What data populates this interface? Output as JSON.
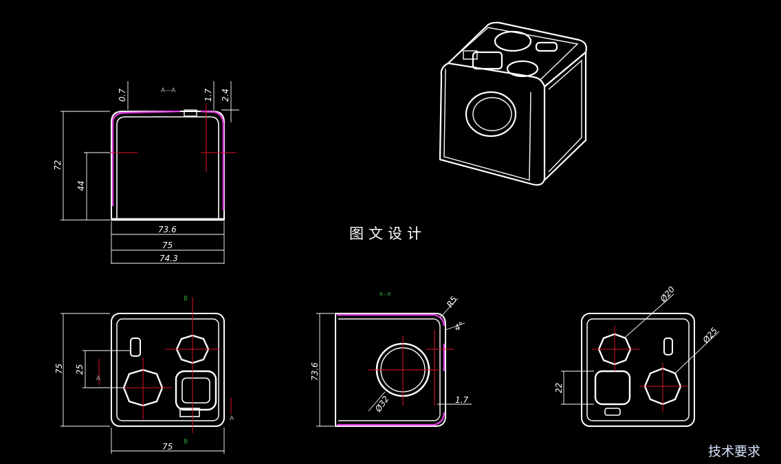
{
  "section_view": {
    "label": "A—A",
    "dims": {
      "wall_left": "0.7",
      "wall_right": "1.7",
      "top_offset": "2.4",
      "height": "72",
      "inner_height": "44",
      "inner_width": "73.6",
      "outer_width": "75",
      "base_width": "74.3"
    }
  },
  "watermark": "图文设计",
  "front_view": {
    "cut_marker": "A",
    "dims": {
      "height": "75",
      "offset": "25",
      "width": "75"
    },
    "grid_ref": "B"
  },
  "side_view": {
    "dims": {
      "height": "73.6",
      "radius": "R5",
      "angle": "4°",
      "hole": "Ø32",
      "lip": "1.7"
    },
    "ref_marker": "B—B"
  },
  "back_view": {
    "dims": {
      "hole_small": "Ø20",
      "hole_large": "Ø25",
      "offset": "22"
    }
  },
  "notes_title": "技术要求"
}
